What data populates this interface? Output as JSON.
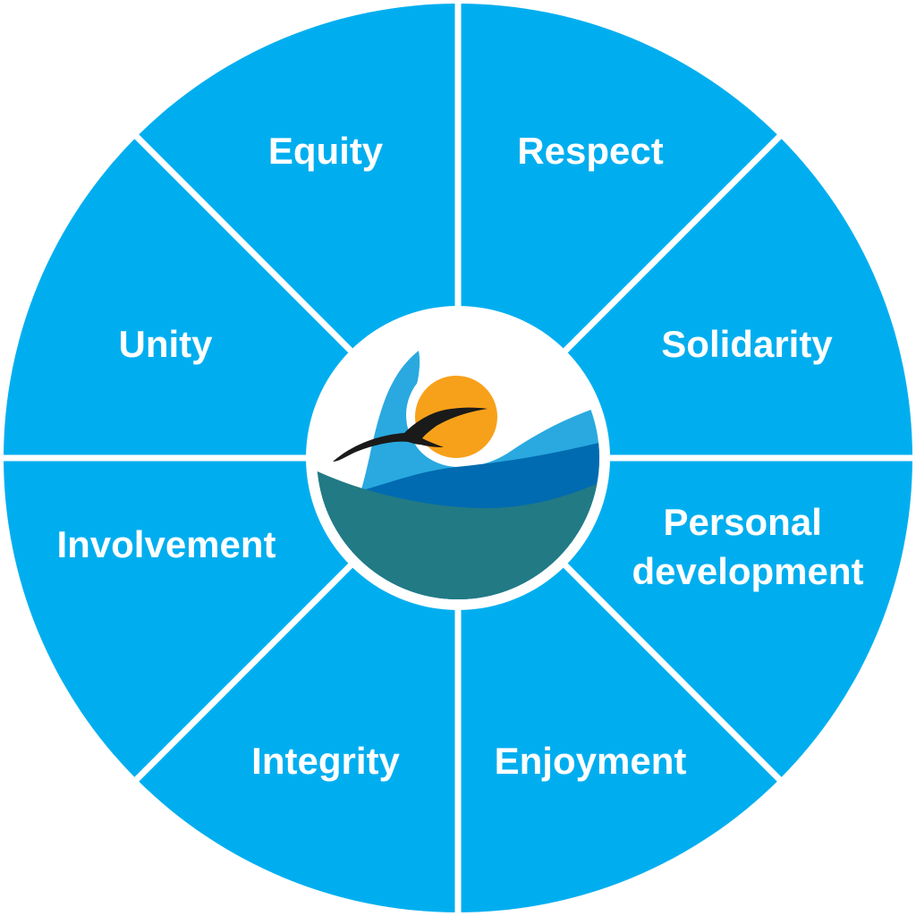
{
  "wheel": {
    "colors": {
      "segment": "#00aeef",
      "divider": "#ffffff",
      "label": "#ffffff"
    },
    "segments": [
      {
        "label": "Equity"
      },
      {
        "label": "Respect"
      },
      {
        "label": "Unity"
      },
      {
        "label": "Solidarity"
      },
      {
        "label": "Involvement"
      },
      {
        "label_line1": "Personal",
        "label_line2": "development"
      },
      {
        "label": "Integrity"
      },
      {
        "label": "Enjoyment"
      }
    ]
  },
  "emblem": {
    "icon": "seabird-over-waves-logo",
    "colors": {
      "sky": "#ffffff",
      "wave_light": "#29a9e0",
      "wave_blue": "#006bb0",
      "sea": "#227a84",
      "sun": "#f7a11a",
      "bird": "#1a1a1a",
      "ring": "#ffffff"
    }
  }
}
